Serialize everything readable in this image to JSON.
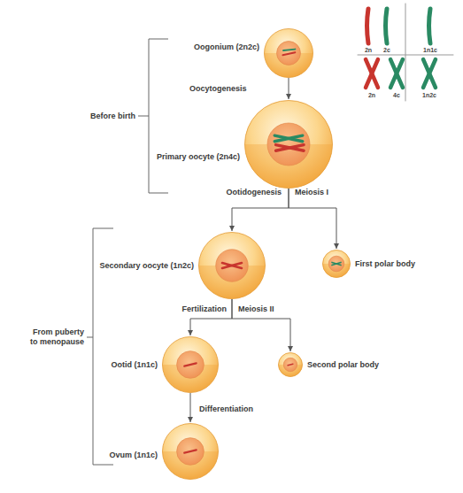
{
  "diagram": {
    "nodes": [
      {
        "text": [
          "Oogonium (2n2c)"
        ]
      },
      {
        "text": [
          "Primary oocyte (2n4c)"
        ]
      },
      {
        "text": [
          "Secondary oocyte (1n2c)"
        ]
      },
      {
        "text": [
          "First polar body"
        ]
      },
      {
        "text": [
          "Ootid (1n1c)"
        ]
      },
      {
        "text": [
          "Second polar body"
        ]
      },
      {
        "text": [
          "Ovum (1n1c)"
        ]
      }
    ],
    "edges": [
      {
        "from": 0,
        "to": 1,
        "arrow": "to",
        "label": "Oocytogenesis"
      },
      {
        "from": 1,
        "to": 2,
        "arrow": "to"
      },
      {
        "from": 1,
        "to": 3,
        "arrow": "to"
      },
      {
        "from": 2,
        "to": 4,
        "arrow": "to"
      },
      {
        "from": 2,
        "to": 5,
        "arrow": "to"
      },
      {
        "from": 4,
        "to": 6,
        "arrow": "to",
        "label": "Differentiation"
      }
    ],
    "labels": [
      "Before birth",
      "From puberty to menopause",
      "Ootidogenesis",
      "Meiosis I",
      "Fertilization",
      "Meiosis II",
      "2n",
      "2c",
      "1n1c",
      "2n",
      "4c",
      "1n2c"
    ]
  }
}
